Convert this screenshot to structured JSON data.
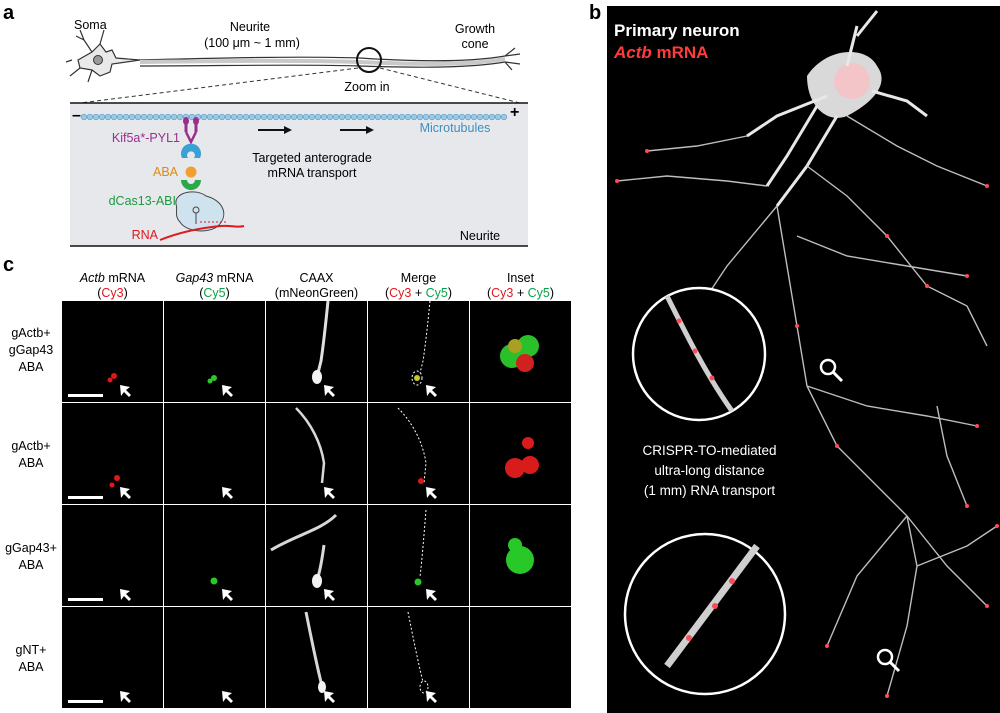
{
  "panel_a": {
    "letter": "a",
    "soma": "Soma",
    "neurite_title": "Neurite",
    "neurite_length": "(100 μm ~ 1 mm)",
    "growth_cone": "Growth\ncone",
    "zoom": "Zoom in",
    "minus": "–",
    "plus": "+",
    "microtubules": "Microtubules",
    "kif": "Kif5a*-PYL1",
    "aba": "ABA",
    "dcas": "dCas13-ABI",
    "rna": "RNA",
    "transport": "Targeted anterograde\nmRNA transport",
    "neurite_label": "Neurite",
    "colors": {
      "kif": "#9b2d8e",
      "aba": "#f0a030",
      "dcas": "#2aa84a",
      "rna": "#e0191e",
      "mt": "#4aa3cf",
      "box": "#e6e8ec"
    }
  },
  "panel_b": {
    "letter": "b",
    "title_line1": "Primary neuron",
    "title_gene": "Actb",
    "title_suffix": " mRNA",
    "caption_line1": "CRISPR-TO-mediated",
    "caption_line2": "ultra-long distance",
    "caption_line3": "(1 mm) RNA transport"
  },
  "panel_c": {
    "letter": "c",
    "columns": [
      {
        "gene": "Actb",
        "suffix": " mRNA",
        "dye": "Cy3"
      },
      {
        "gene": "Gap43",
        "suffix": " mRNA",
        "dye": "Cy5"
      },
      {
        "name": "CAAX",
        "dye": "mNeonGreen"
      },
      {
        "name": "Merge",
        "dye1": "Cy3",
        "dye2": "Cy5"
      },
      {
        "name": "Inset",
        "dye1": "Cy3",
        "dye2": "Cy5"
      }
    ],
    "rows": [
      {
        "label": "gActb+\ngGap43\nABA"
      },
      {
        "label": "gActb+\nABA"
      },
      {
        "label": "gGap43+\nABA"
      },
      {
        "label": "gNT+\nABA"
      }
    ]
  }
}
